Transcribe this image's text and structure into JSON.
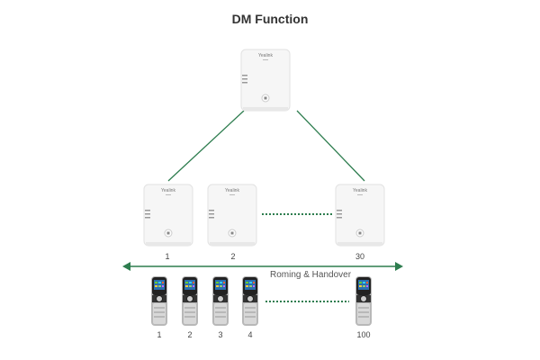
{
  "title": "DM Function",
  "device_brand": "Yealink",
  "base_stations": [
    {
      "label": "1"
    },
    {
      "label": "2"
    },
    {
      "label": "30"
    }
  ],
  "roaming_label": "Roming & Handover",
  "handsets": [
    {
      "label": "1"
    },
    {
      "label": "2"
    },
    {
      "label": "3"
    },
    {
      "label": "4"
    },
    {
      "label": "100"
    }
  ],
  "colors": {
    "link": "#2e7d4f",
    "device": "#f4f4f4"
  }
}
